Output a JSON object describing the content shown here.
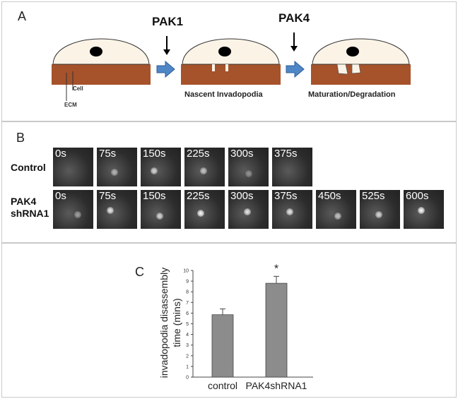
{
  "panelA": {
    "label": "A",
    "arrow1_label": "PAK1",
    "arrow2_label": "PAK4",
    "cell_label": "Cell",
    "ecm_label": "ECM",
    "stage2_caption": "Nascent Invadopodia",
    "stage3_caption": "Maturation/Degradation",
    "colors": {
      "cell": "#fbf3e6",
      "ecm": "#a6522b",
      "nucleus": "#000000",
      "flow_arrow": "#4f86c6"
    }
  },
  "panelB": {
    "label": "B",
    "control_label": "Control",
    "pak4_label_line1": "PAK4",
    "pak4_label_line2": "shRNA1",
    "control_times": [
      "0s",
      "75s",
      "150s",
      "225s",
      "300s",
      "375s"
    ],
    "pak4_times": [
      "0s",
      "75s",
      "150s",
      "225s",
      "300s",
      "375s",
      "450s",
      "525s",
      "600s"
    ]
  },
  "panelC": {
    "label": "C",
    "significance": "*"
  },
  "chart_data": {
    "type": "bar",
    "categories": [
      "control",
      "PAK4shRNA1"
    ],
    "values": [
      5.85,
      8.8
    ],
    "errors": [
      0.55,
      0.65
    ],
    "ylabel": "invadopodia disassembly time (mins)",
    "ylabel_line1": "invadopodia disassembly",
    "ylabel_line2": "time (mins)",
    "xlabel": "",
    "ylim": [
      0,
      10
    ],
    "yticks": [
      "0",
      "1",
      "2",
      "3",
      "4",
      "5",
      "6",
      "7",
      "8",
      "9",
      "10"
    ],
    "bar_color": "#8c8c8c",
    "annotation": "*"
  }
}
